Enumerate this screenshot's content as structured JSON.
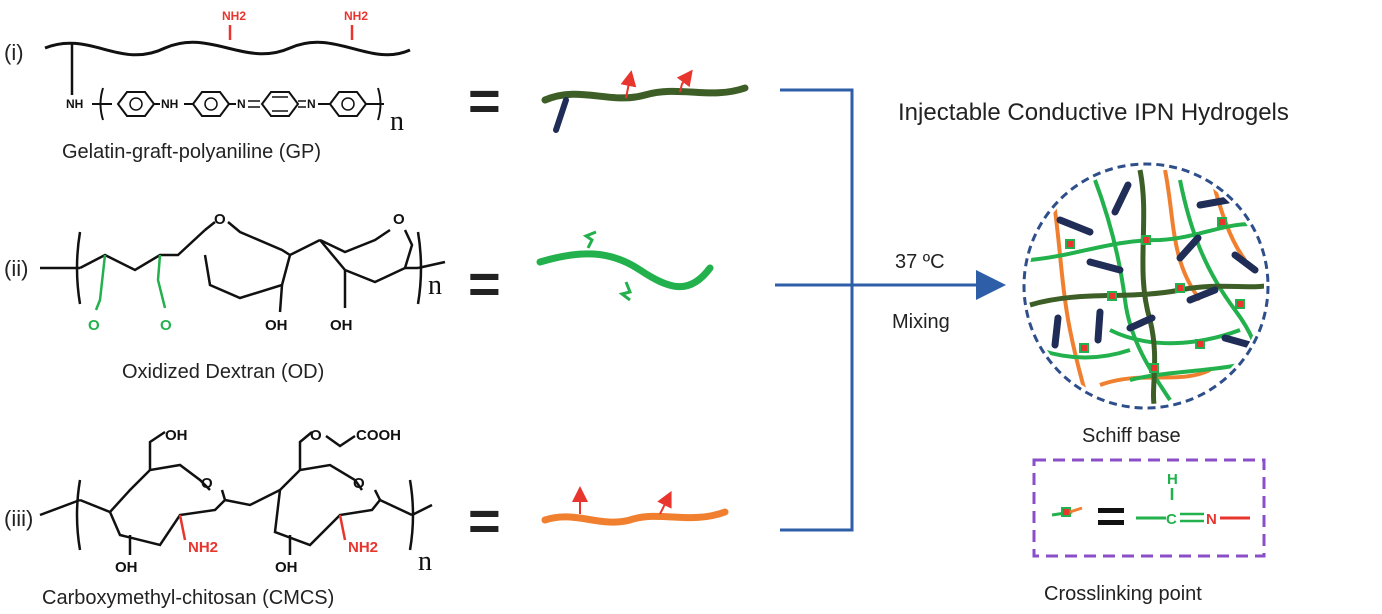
{
  "row_labels": [
    "(i)",
    "(ii)",
    "(iii)"
  ],
  "names": {
    "gp": "Gelatin-graft-polyaniline (GP)",
    "od": "Oxidized Dextran (OD)",
    "cmcs": "Carboxymethyl-chitosan (CMCS)"
  },
  "equals": "=",
  "repeat_n": "n",
  "atoms": {
    "nh2": "NH2",
    "nh": "NH",
    "n": "N",
    "o": "O",
    "oh": "OH",
    "cooh": "COOH",
    "h": "H",
    "c": "C"
  },
  "arrow": {
    "temp": "37 ºC",
    "action": "Mixing"
  },
  "title": "Injectable Conductive IPN Hydrogels",
  "schiff_label": "Schiff base",
  "crosslink_label": "Crosslinking point",
  "colors": {
    "gp_chain": "#3d5e26",
    "od_chain": "#22b14c",
    "cmcs_chain": "#f08030",
    "pani_rod": "#1f2d57",
    "amine": "#e8352e",
    "aldehyde": "#22b14c",
    "bracket": "#2e5ea8",
    "dashed_circle": "#2e4f8a",
    "crosslink_box": "#8a4fc8"
  }
}
